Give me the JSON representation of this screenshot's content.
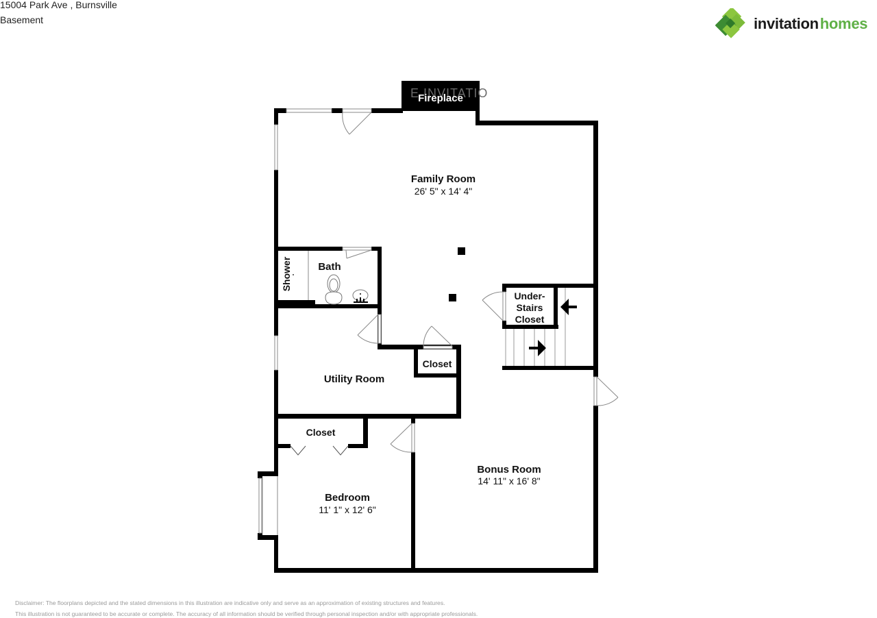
{
  "header": {
    "address": "15004 Park Ave , Burnsville",
    "level": "Basement"
  },
  "logo": {
    "word_primary": "invitation",
    "word_secondary": "homes",
    "brand_green": "#5fb046",
    "brand_dark_green": "#3d8c33"
  },
  "watermark": "E INVITATIO",
  "rooms": {
    "fireplace": {
      "label": "Fireplace"
    },
    "family_room": {
      "label": "Family Room",
      "dimensions": "26' 5\" x 14' 4\""
    },
    "shower": {
      "label": "Shower"
    },
    "bath": {
      "label": "Bath"
    },
    "under_stairs_closet": {
      "label_line1": "Under-",
      "label_line2": "Stairs",
      "label_line3": "Closet"
    },
    "utility_closet": {
      "label": "Closet"
    },
    "utility_room": {
      "label": "Utility Room"
    },
    "bedroom_closet": {
      "label": "Closet"
    },
    "bedroom": {
      "label": "Bedroom",
      "dimensions": "11' 1\" x 12' 6\""
    },
    "bonus_room": {
      "label": "Bonus Room",
      "dimensions": "14' 11\" x 16' 8\""
    }
  },
  "colors": {
    "wall": "#000000",
    "background": "#ffffff",
    "disclaimer_text": "#9a9a9a"
  },
  "disclaimer": {
    "line1": "Disclaimer: The floorplans depicted and the stated dimensions in this illustration are indicative only and serve as an approximation of existing structures and features.",
    "line2": "This illustration is not guaranteed to be accurate or complete. The accuracy of all information should be verified through personal inspection and/or with appropriate professionals."
  }
}
